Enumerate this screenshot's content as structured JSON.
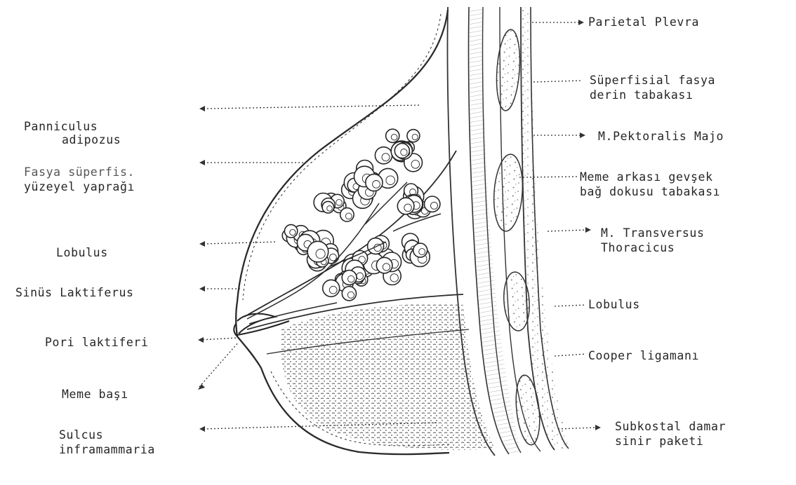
{
  "left_labels": {
    "panniculus": [
      "Panniculus",
      "adipozus"
    ],
    "fasya": [
      "Fasya süperfis.",
      "yüzeyel yaprağı"
    ],
    "lobulus": "Lobulus",
    "sinus": "Sinüs Laktiferus",
    "pori": "Pori laktiferi",
    "meme_basi": "Meme başı",
    "sulcus": [
      "Sulcus",
      "inframammaria"
    ]
  },
  "right_labels": {
    "parietal": "Parietal Plevra",
    "superfisial": [
      "Süperfisial fasya",
      "derin tabakası"
    ],
    "pektoralis": "M.Pektoralis Majo",
    "meme_arkasi": [
      "Meme arkası gevşek",
      "bağ dokusu tabakası"
    ],
    "transversus": [
      "M. Transversus",
      "Thoracicus"
    ],
    "lobulus": "Lobulus",
    "cooper": "Cooper ligamanı",
    "subkostal": [
      "Subkostal damar",
      "sinir paketi"
    ]
  }
}
